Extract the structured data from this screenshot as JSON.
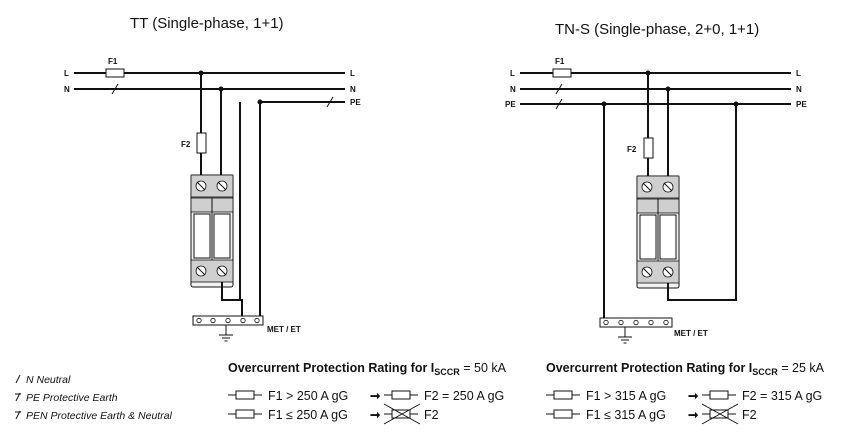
{
  "diagrams": {
    "tt": {
      "title": "TT (Single-phase, 1+1)",
      "line_l": "L",
      "line_n": "N",
      "line_pe": "PE",
      "fuse1": "F1",
      "fuse2": "F2",
      "earth_bar": "MET / ET"
    },
    "tns": {
      "title": "TN-S (Single-phase, 2+0, 1+1)",
      "line_l": "L",
      "line_n": "N",
      "line_pe": "PE",
      "fuse1": "F1",
      "fuse2": "F2",
      "earth_bar": "MET / ET"
    }
  },
  "legend": {
    "neutral": "N  Neutral",
    "pe": "PE  Protective Earth",
    "pen": "PEN  Protective Earth & Neutral"
  },
  "ocp_tt": {
    "heading": "Overcurrent Protection Rating for I",
    "heading_sub": "SCCR",
    "heading_value": " = 50 kA",
    "row1_left": "F1 > 250 A gG",
    "row1_right": "F2 = 250 A gG",
    "row2_left": "F1 ≤ 250 A gG",
    "row2_right": "F2"
  },
  "ocp_tns": {
    "heading": "Overcurrent Protection Rating for I",
    "heading_sub": "SCCR",
    "heading_value": " = 25 kA",
    "row1_left": "F1 > 315 A gG",
    "row1_right": "F2 = 315 A gG",
    "row2_left": "F1 ≤ 315 A gG",
    "row2_right": "F2"
  }
}
